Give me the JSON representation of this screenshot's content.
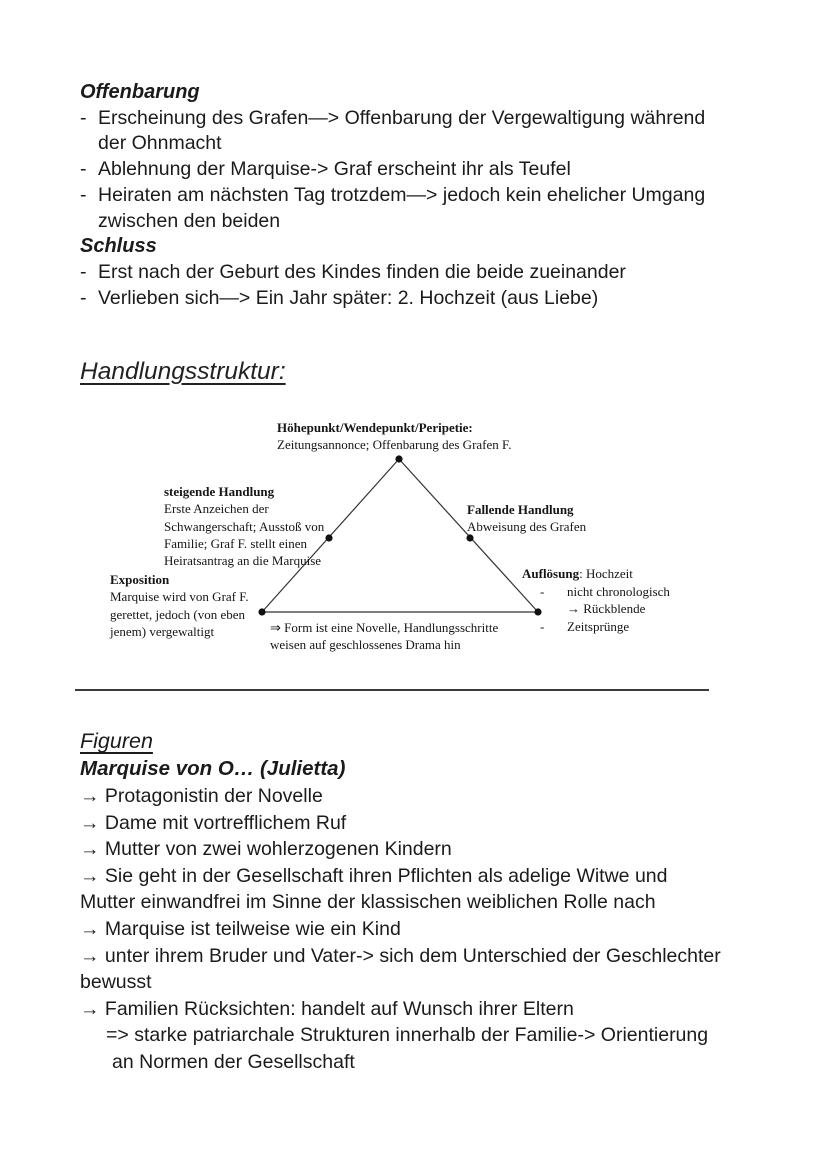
{
  "colors": {
    "text": "#1b1b1b",
    "diagram_line": "#333333",
    "divider": "#3a3a3a",
    "background": "#ffffff"
  },
  "notes_top": {
    "bullet": "-",
    "heading1": "Offenbarung",
    "list1": [
      {
        "lines": [
          "Erscheinung des Grafen—> Offenbarung der Vergewaltigung während",
          "der Ohnmacht"
        ]
      },
      {
        "lines": [
          "Ablehnung der Marquise-> Graf erscheint ihr als Teufel"
        ]
      },
      {
        "lines": [
          "Heiraten am nächsten Tag trotzdem—> jedoch kein ehelicher Umgang",
          "zwischen den beiden"
        ]
      }
    ],
    "heading2": "Schluss",
    "list2": [
      {
        "lines": [
          "Erst nach der Geburt des Kindes finden die beide zueinander"
        ]
      },
      {
        "lines": [
          "Verlieben sich—> Ein Jahr später: 2. Hochzeit (aus Liebe)"
        ]
      }
    ]
  },
  "handlungsstruktur": {
    "heading": "Handlungsstruktur:",
    "diagram": {
      "apex_title": "Höhepunkt/Wendepunkt/Peripetie:",
      "apex_sub": "Zeitungsannonce; Offenbarung des Grafen F.",
      "rising_title": "steigende Handlung",
      "rising_lines": [
        "Erste Anzeichen der",
        "Schwangerschaft; Ausstoß von",
        "Familie; Graf F. stellt einen",
        "Heiratsantrag an die Marquise"
      ],
      "falling_title": "Fallende Handlung",
      "falling_sub": "Abweisung des Grafen",
      "exposition_title": "Exposition",
      "exposition_lines": [
        "Marquise wird von Graf F.",
        "gerettet, jedoch (von eben",
        "jenem) vergewaltigt"
      ],
      "resolution_title": "Auflösung",
      "resolution_suffix": ": Hochzeit",
      "resolution_dash": "-",
      "resolution_rows": [
        {
          "dash": "-",
          "text": "nicht chronologisch"
        },
        {
          "dash": "",
          "text": "→ Rückblende"
        },
        {
          "dash": "-",
          "text": "Zeitsprünge"
        }
      ],
      "form_note_lines": [
        "⇒ Form ist eine Novelle, Handlungsschritte",
        "weisen auf geschlossenes Drama hin"
      ]
    }
  },
  "figuren": {
    "heading": "Figuren",
    "subheading": "Marquise von O… (Julietta)",
    "items": [
      {
        "lines": [
          "→ Protagonistin der Novelle"
        ]
      },
      {
        "lines": [
          "→ Dame mit vortrefflichem Ruf"
        ]
      },
      {
        "lines": [
          "→ Mutter von zwei wohlerzogenen Kindern"
        ]
      },
      {
        "lines": [
          "→ Sie geht in der Gesellschaft ihren Pflichten als adelige Witwe und",
          "Mutter einwandfrei im Sinne der klassischen weiblichen Rolle nach"
        ]
      },
      {
        "lines": [
          "→ Marquise ist teilweise wie ein Kind"
        ]
      },
      {
        "lines": [
          "→ unter ihrem Bruder und Vater-> sich dem Unterschied der Geschlechter",
          "bewusst"
        ]
      },
      {
        "lines": [
          "→ Familien Rücksichten: handelt auf Wunsch ihrer Eltern"
        ]
      }
    ],
    "sub_item_lines": [
      "=> starke patriarchale Strukturen innerhalb der Familie-> Orientierung",
      "an Normen der Gesellschaft"
    ]
  }
}
